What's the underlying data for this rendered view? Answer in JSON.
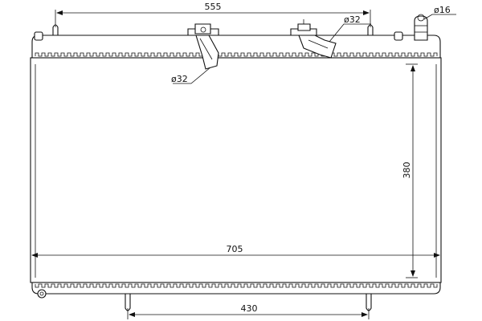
{
  "dimensions": {
    "top_width": "555",
    "core_width": "705",
    "core_height": "380",
    "bottom_width": "430",
    "pipe_left": "ø32",
    "pipe_right": "ø32",
    "cap": "ø16"
  }
}
